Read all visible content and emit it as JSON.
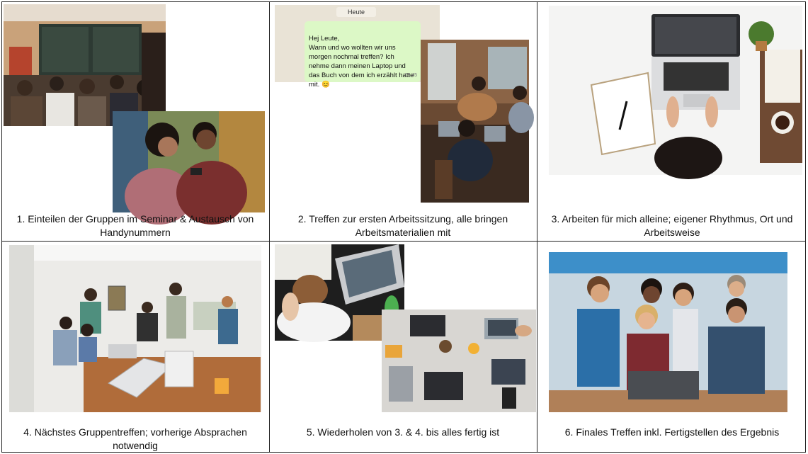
{
  "captions": [
    "1. Einteilen der Gruppen im Seminar & Austausch von Handynummern",
    "2. Treffen zur ersten Arbeitssitzung, alle bringen Arbeitsmaterialien mit",
    "3. Arbeiten für mich alleine; eigener Rhythmus, Ort und Arbeitsweise",
    "4. Nächstes Gruppentreffen; vorherige Absprachen notwendig",
    "5. Wiederholen von 3. & 4. bis alles fertig ist",
    "6. Finales Treffen inkl. Fertigstellen des Ergebnis"
  ],
  "chat": {
    "day_label": "Heute",
    "message": "Hej Leute,\nWann und wo wollten wir uns morgen nochmal treffen? Ich nehme dann meinen Laptop und das Buch von dem ich erzählt hatte mit. 😊",
    "time": "09:45"
  },
  "colors": {
    "chat_background": "#e9e3d6",
    "chat_bubble": "#dcf8c6",
    "border": "#222222"
  }
}
